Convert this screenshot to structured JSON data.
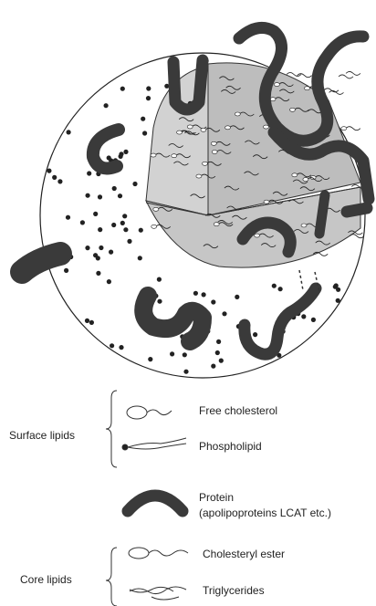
{
  "legend": {
    "surface_group": "Surface lipids",
    "free_cholesterol": "Free  cholesterol",
    "phospholipid": "Phospholipid",
    "protein_line1": "Protein",
    "protein_line2": "(apolipoproteins LCAT etc.)",
    "core_group": "Core lipids",
    "cholesteryl_ester": "Cholesteryl ester",
    "triglycerides": "Triglycerides"
  },
  "colors": {
    "protein": "#3a3a3a",
    "wedge_fill": "#c8c8c8",
    "ink": "#222222"
  }
}
